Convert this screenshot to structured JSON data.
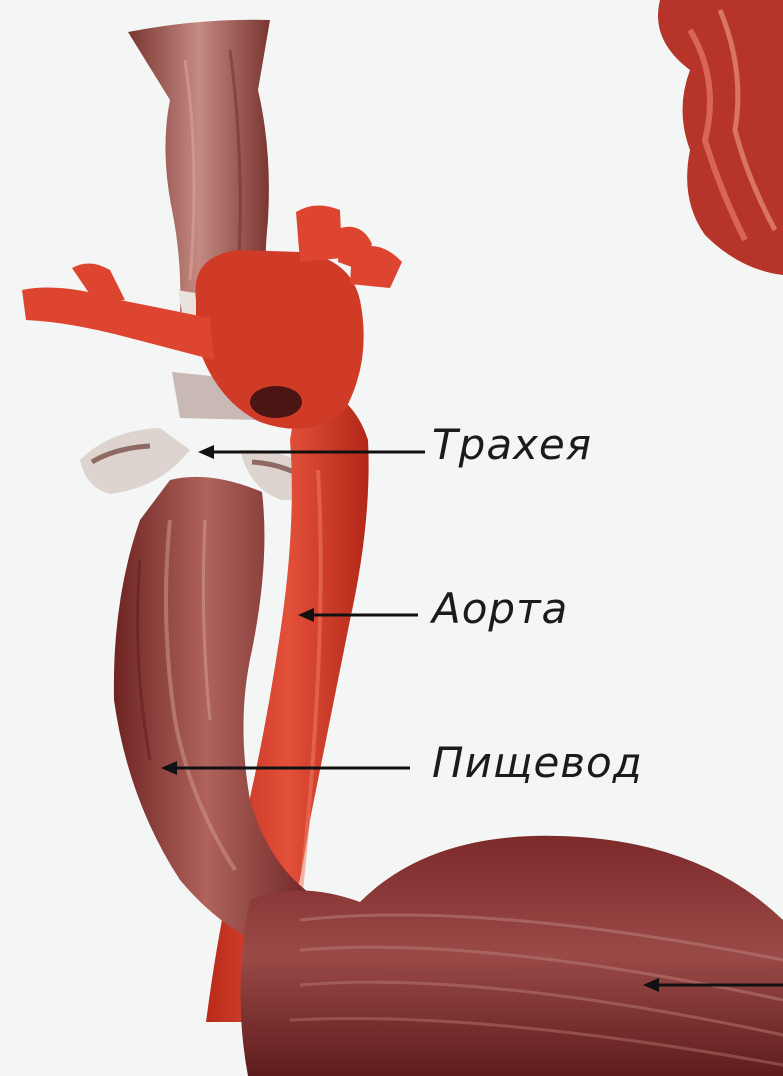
{
  "labels": {
    "trachea": "Трахея",
    "aorta": "Аорта",
    "esophagus": "Пищевод"
  },
  "colors": {
    "background": "#f4f6f5",
    "aorta": "#d63a26",
    "muscle": "#8a2f2c",
    "trachea": "#9c4a44",
    "leader": "#111111"
  }
}
